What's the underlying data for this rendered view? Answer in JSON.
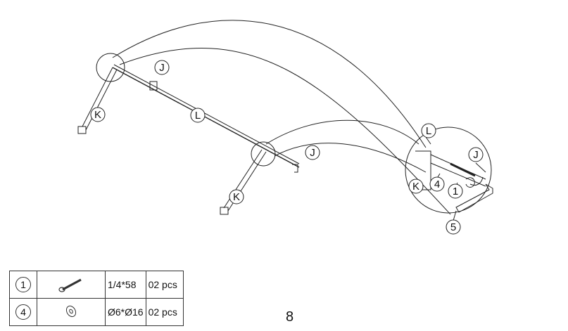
{
  "callouts": {
    "j_top": "J",
    "k_left": "K",
    "l_mid": "L",
    "j_mid": "J",
    "k_front": "K",
    "l_detail": "L",
    "j_detail": "J",
    "k_detail": "K",
    "n4_detail": "4",
    "n1_detail": "1",
    "n5_detail": "5"
  },
  "parts_table": {
    "rows": [
      {
        "number": "1",
        "icon": "bolt-icon",
        "size": "1/4*58",
        "qty": "02 pcs"
      },
      {
        "number": "4",
        "icon": "washer-icon",
        "size": "Ø6*Ø16",
        "qty": "02 pcs"
      }
    ]
  },
  "page_number": "8"
}
